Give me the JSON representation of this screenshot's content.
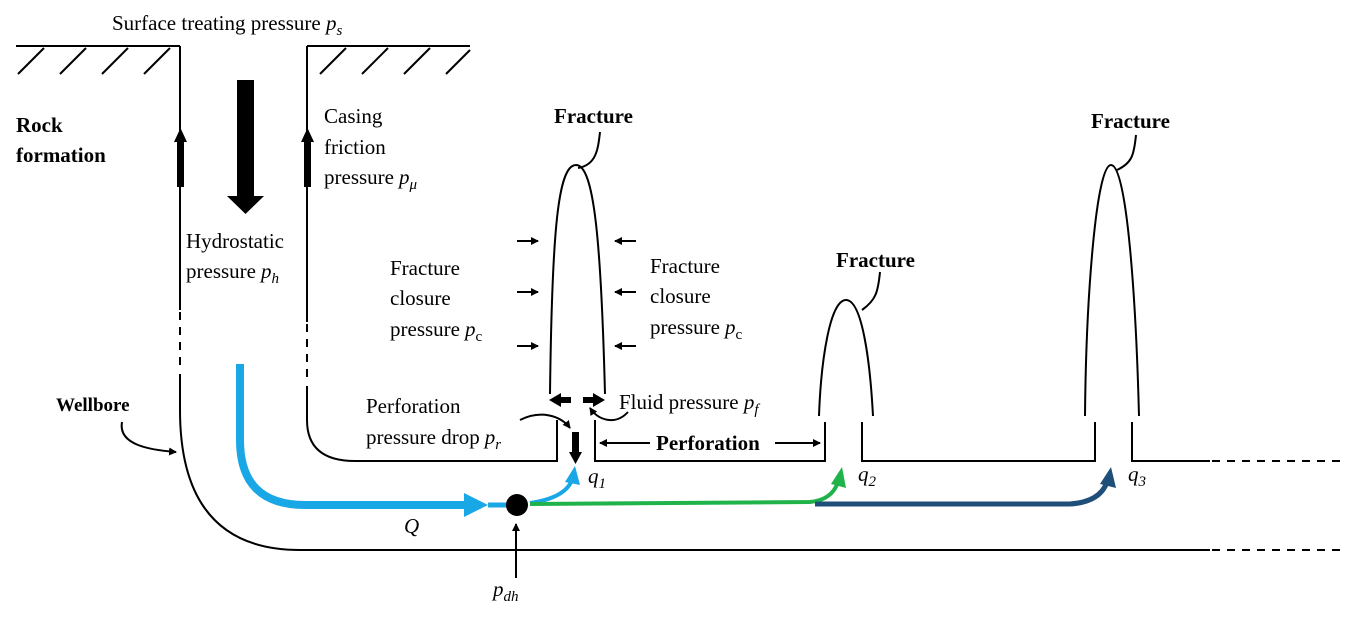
{
  "labels": {
    "surface_pressure": "Surface treating pressure",
    "surface_pressure_sym": "p",
    "surface_pressure_sub": "s",
    "rock_line1": "Rock",
    "rock_line2": "formation",
    "casing_line1": "Casing",
    "casing_line2": "friction",
    "casing_line3": "pressure",
    "casing_sym": "p",
    "casing_sub": "μ",
    "hydro_line1": "Hydrostatic",
    "hydro_line2": "pressure",
    "hydro_sym": "p",
    "hydro_sub": "h",
    "closure_left_1": "Fracture",
    "closure_left_2": "closure",
    "closure_left_3": "pressure",
    "closure_left_sym": "p",
    "closure_left_sub": "c",
    "closure_right_1": "Fracture",
    "closure_right_2": "closure",
    "closure_right_3": "pressure",
    "closure_right_sym": "p",
    "closure_right_sub": "c",
    "fracture_1": "Fracture",
    "fracture_2": "Fracture",
    "fracture_3": "Fracture",
    "fluid_pressure": "Fluid pressure",
    "fluid_sym": "p",
    "fluid_sub": "f",
    "perf_drop_1": "Perforation",
    "perf_drop_2": "pressure drop",
    "perf_drop_sym": "p",
    "perf_drop_sub": "r",
    "perforation": "Perforation",
    "wellbore": "Wellbore",
    "Q": "Q",
    "q1": "q",
    "q1_sub": "1",
    "q2": "q",
    "q2_sub": "2",
    "q3": "q",
    "q3_sub": "3",
    "pdh": "p",
    "pdh_sub": "dh"
  },
  "colors": {
    "main_flow": "#1aa7e6",
    "green_flow": "#1fb34a",
    "navy_flow": "#1f4e79",
    "lines": "#000000"
  }
}
